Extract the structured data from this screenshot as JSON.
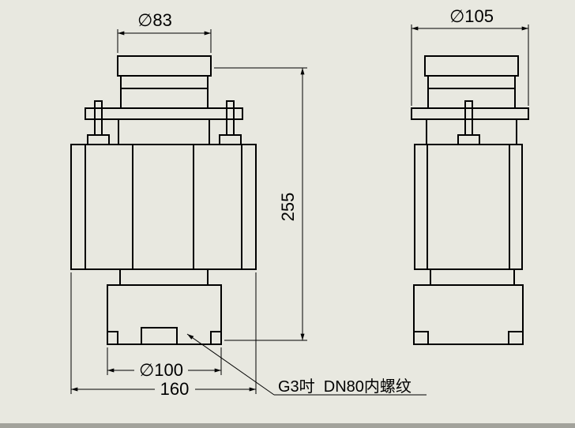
{
  "app": {
    "background_color": "#e8e8e0",
    "line_color": "#000000",
    "sheet_edge_color": "#a2a29b"
  },
  "front_view": {
    "dim_dia_top": "∅83",
    "dim_height": "255",
    "dim_dia_bottom": "∅100",
    "dim_width": "160"
  },
  "side_view": {
    "dim_dia_top": "∅105"
  },
  "annotation": {
    "thread_note": "G3吋  DN80内螺纹"
  }
}
